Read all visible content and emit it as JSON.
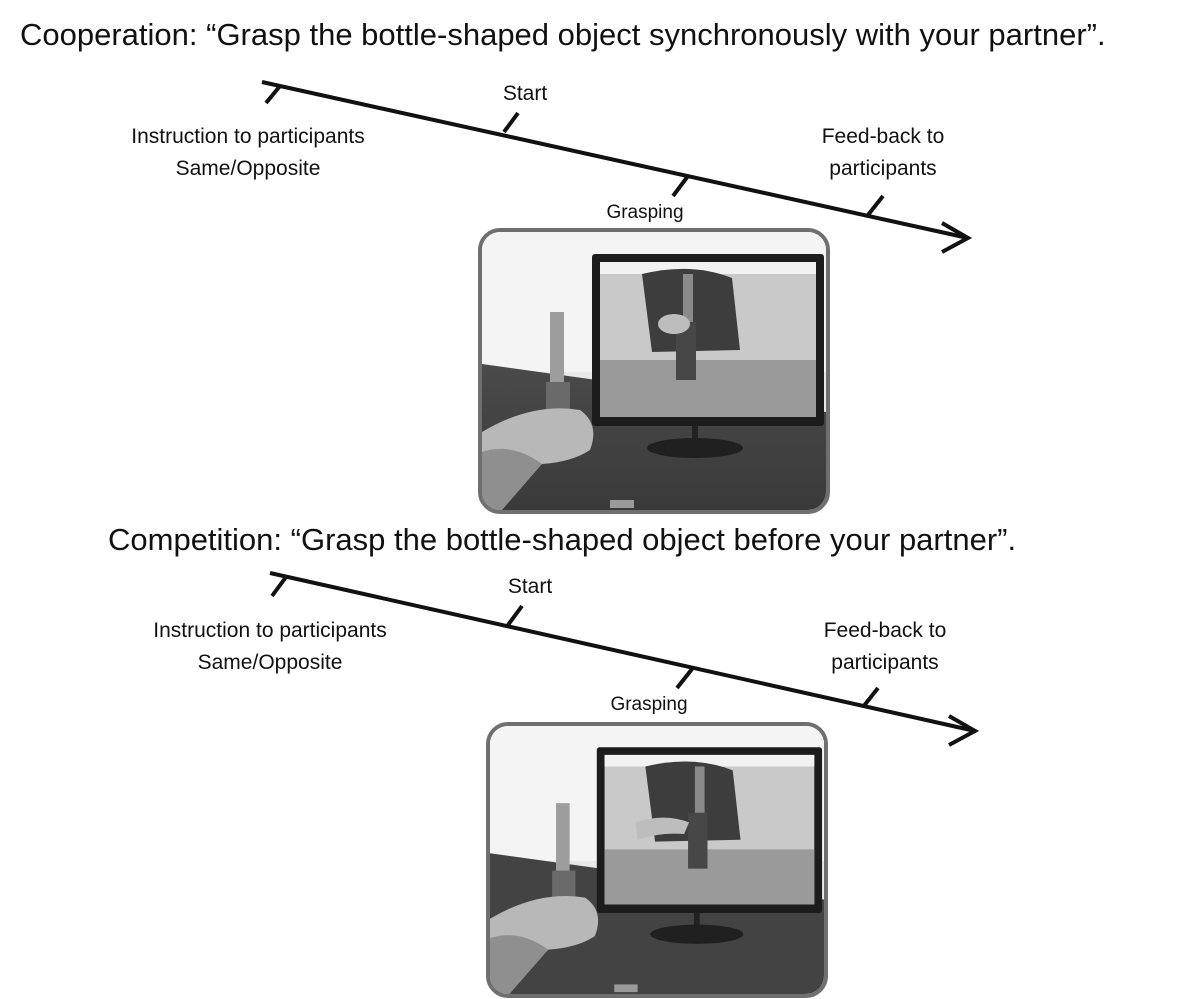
{
  "panels": [
    {
      "heading": "Cooperation: “Grasp the bottle-shaped object synchronously with your partner”.",
      "labels": {
        "instruction": [
          "Instruction to participants",
          "Same/Opposite"
        ],
        "start": "Start",
        "grasping": "Grasping",
        "feedback": [
          "Feed-back to",
          "participants"
        ]
      }
    },
    {
      "heading": "Competition: “Grasp the bottle-shaped object  before your partner”.",
      "labels": {
        "instruction": [
          "Instruction to participants",
          "Same/Opposite"
        ],
        "start": "Start",
        "grasping": "Grasping",
        "feedback": [
          "Feed-back to",
          "participants"
        ]
      }
    }
  ],
  "colors": {
    "ink": "#111111",
    "frame": "#6f6f6f"
  },
  "icons": {
    "timeline_end": "arrow-head-icon",
    "photo": "scene-photo"
  }
}
